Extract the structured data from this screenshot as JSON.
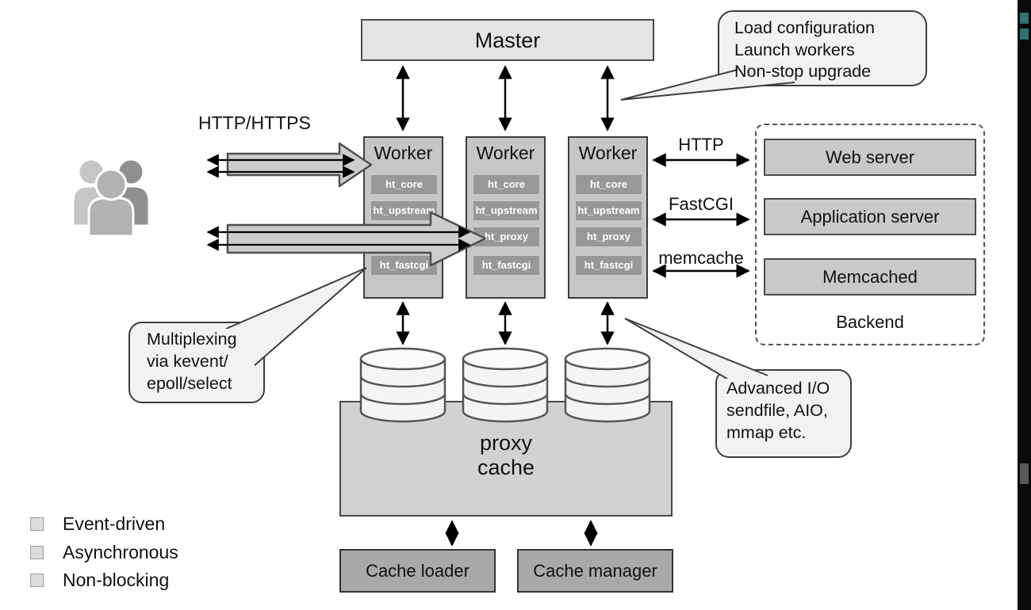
{
  "master": {
    "label": "Master"
  },
  "workers": {
    "title": "Worker",
    "modules": [
      "ht_core",
      "ht_upstream",
      "ht_proxy",
      "ht_fastcgi"
    ]
  },
  "client": {
    "protocol": "HTTP/HTTPS"
  },
  "backend": {
    "title": "Backend",
    "servers": [
      "Web server",
      "Application server",
      "Memcached"
    ],
    "protocols": [
      "HTTP",
      "FastCGI",
      "memcache"
    ]
  },
  "cache": {
    "proxy_lines": [
      "proxy",
      "cache"
    ],
    "loader": "Cache loader",
    "manager": "Cache manager"
  },
  "callouts": {
    "master_tasks": {
      "lines": [
        "Load configuration",
        "Launch workers",
        "Non-stop upgrade"
      ]
    },
    "multiplexing": {
      "lines": [
        "Multiplexing",
        "via kevent/",
        "epoll/select"
      ]
    },
    "advanced_io": {
      "lines": [
        "Advanced I/O",
        "sendfile, AIO,",
        "mmap etc."
      ]
    }
  },
  "features": [
    "Event-driven",
    "Asynchronous",
    "Non-blocking"
  ]
}
